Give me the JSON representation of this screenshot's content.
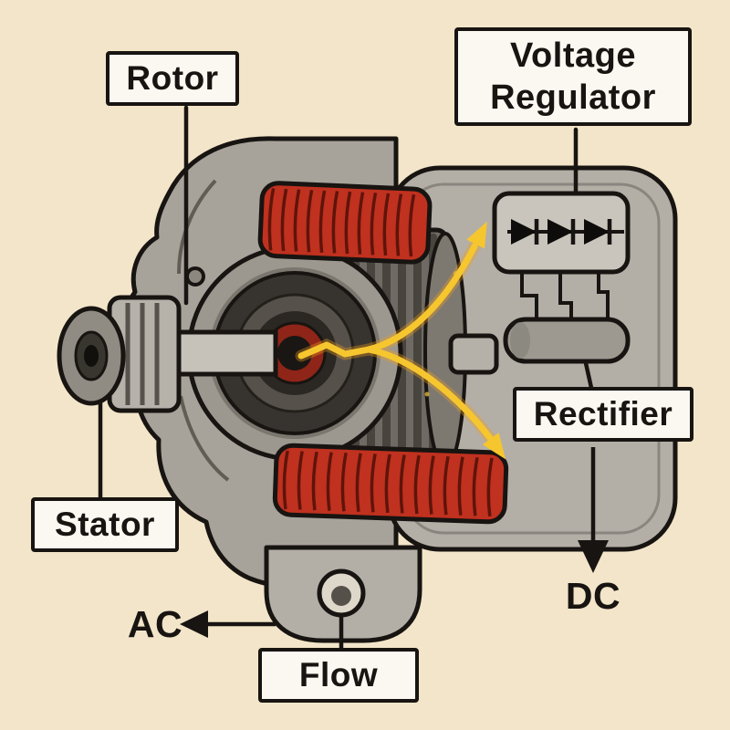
{
  "diagram": {
    "type": "alternator-cutaway",
    "background_color": "#f3e5c9",
    "accent_colors": {
      "coil_red": "#c0311f",
      "energy_yellow": "#f6c62f",
      "metal_gray": "#aba79f",
      "outline": "#171411",
      "label_bg": "#fbf8f1"
    },
    "labels": {
      "rotor": "Rotor",
      "voltage_regulator": "Voltage Regulator",
      "stator": "Stator",
      "rectifier": "Rectifier",
      "flow": "Flow",
      "dc": "DC",
      "ac": "AC"
    }
  }
}
